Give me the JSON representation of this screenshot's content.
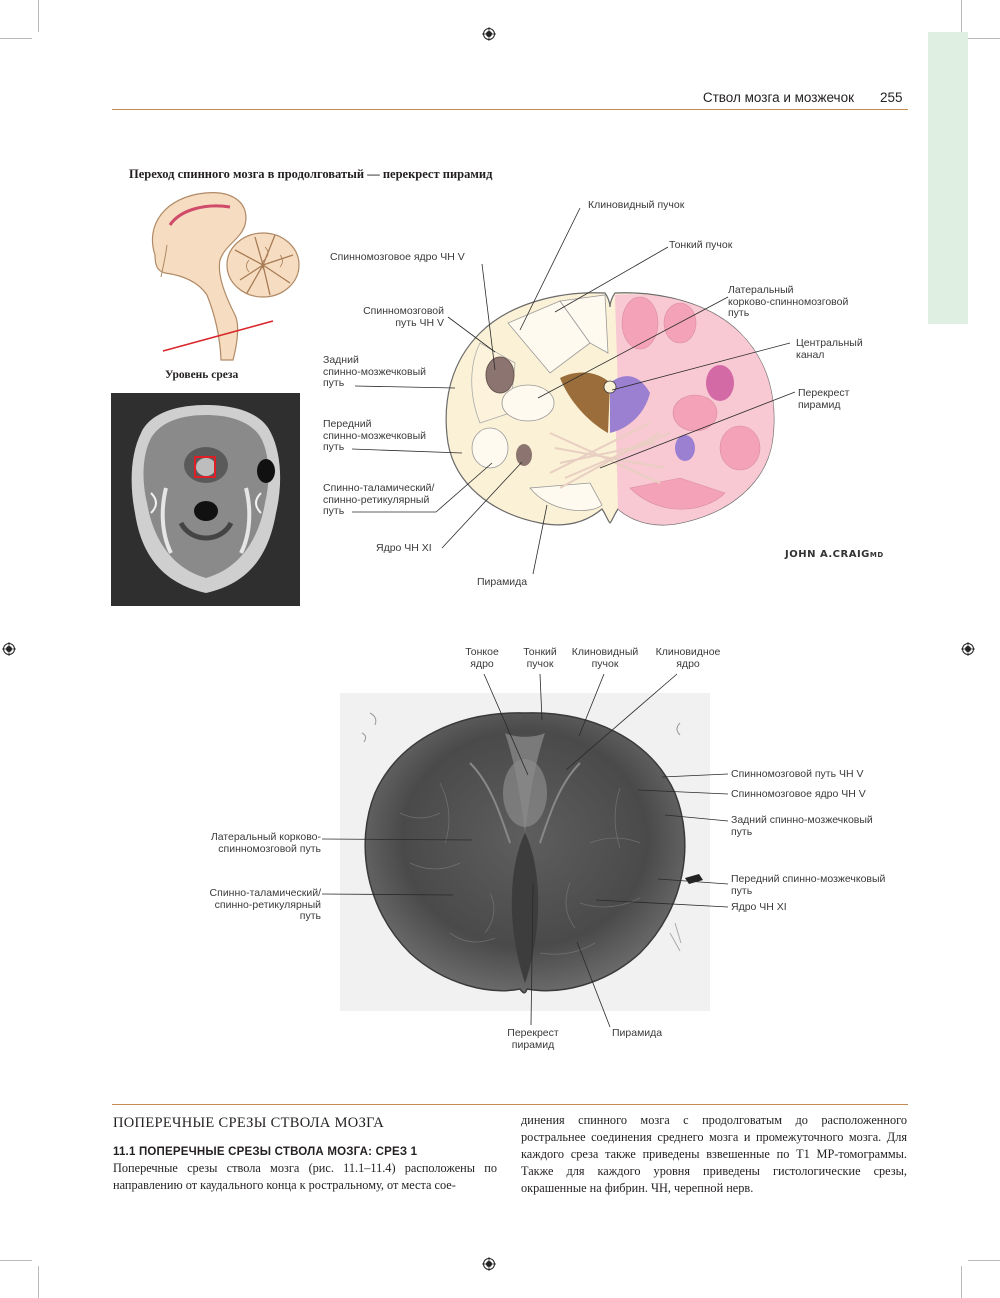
{
  "header": {
    "title": "Ствол мозга и мозжечок",
    "page_number": "255"
  },
  "figure": {
    "title": "Переход спинного мозга в продолговатый — перекрест пирамид",
    "level_caption": "Уровень среза",
    "signature_main": "JOHN A.CRAIG",
    "signature_suffix": "MD",
    "illustration_labels": {
      "cuneate_fasciculus": "Клиновидный пучок",
      "gracile_fasciculus": "Тонкий пучок",
      "spinal_nucleus_cn5": "Спинномозговое ядро ЧН V",
      "spinal_tract_cn5_l1": "Спинномозговой",
      "spinal_tract_cn5_l2": "путь ЧН V",
      "posterior_spinocerebellar_l1": "Задний",
      "posterior_spinocerebellar_l2": "спинно-мозжечковый",
      "posterior_spinocerebellar_l3": "путь",
      "anterior_spinocerebellar_l1": "Передний",
      "anterior_spinocerebellar_l2": "спинно-мозжечковый",
      "anterior_spinocerebellar_l3": "путь",
      "spinothalamic_l1": "Спинно-таламический/",
      "spinothalamic_l2": "спинно-ретикулярный",
      "spinothalamic_l3": "путь",
      "nucleus_cn11": "Ядро ЧН XI",
      "pyramid": "Пирамида",
      "lateral_corticospinal_l1": "Латеральный",
      "lateral_corticospinal_l2": "корково-спинномозговой",
      "lateral_corticospinal_l3": "путь",
      "central_canal_l1": "Центральный",
      "central_canal_l2": "канал",
      "pyramidal_decussation_l1": "Перекрест",
      "pyramidal_decussation_l2": "пирамид"
    },
    "histology_labels": {
      "gracile_nucleus_l1": "Тонкое",
      "gracile_nucleus_l2": "ядро",
      "gracile_fasciculus_l1": "Тонкий",
      "gracile_fasciculus_l2": "пучок",
      "cuneate_fasciculus_l1": "Клиновидный",
      "cuneate_fasciculus_l2": "пучок",
      "cuneate_nucleus_l1": "Клиновидное",
      "cuneate_nucleus_l2": "ядро",
      "spinal_tract_cn5": "Спинномозговой путь ЧН V",
      "spinal_nucleus_cn5": "Спинномозговое ядро ЧН V",
      "posterior_spinocerebellar_l1": "Задний спинно-мозжечковый",
      "posterior_spinocerebellar_l2": "путь",
      "anterior_spinocerebellar_l1": "Передний спинно-мозжечковый",
      "anterior_spinocerebellar_l2": "путь",
      "nucleus_cn11": "Ядро ЧН XI",
      "lateral_corticospinal_l1": "Латеральный корково-",
      "lateral_corticospinal_l2": "спинномозговой путь",
      "spinothalamic_l1": "Спинно-таламический/",
      "spinothalamic_l2": "спинно-ретикулярный",
      "spinothalamic_l3": "путь",
      "pyramidal_decussation_l1": "Перекрест",
      "pyramidal_decussation_l2": "пирамид",
      "pyramid": "Пирамида"
    }
  },
  "section": {
    "title": "ПОПЕРЕЧНЫЕ СРЕЗЫ СТВОЛА МОЗГА",
    "subsection": "11.1  ПОПЕРЕЧНЫЕ СРЕЗЫ СТВОЛА МОЗГА: СРЕЗ 1",
    "col1_text": "Поперечные срезы ствола мозга (рис. 11.1–11.4) расположены по направлению от каудального конца к ростральному, от места сое-",
    "col2_text": "динения спинного мозга с продолговатым до расположенного ростральнее соединения среднего мозга и промежуточного мозга. Для каждого среза также приведены взвешенные по Т1 МР-томограммы. Также для каждого уровня приведены гистологические срезы, окрашенные на фибрин. ЧН, черепной нерв."
  },
  "colors": {
    "accent_rule": "#c48a52",
    "side_tab": "#dff0e3",
    "tract_pink": "#f4a9bd",
    "tract_magenta": "#d36aa5",
    "tract_purple": "#9b7fd1",
    "cord_cream": "#fbf1d6",
    "cut_level_line": "#d9262b"
  }
}
